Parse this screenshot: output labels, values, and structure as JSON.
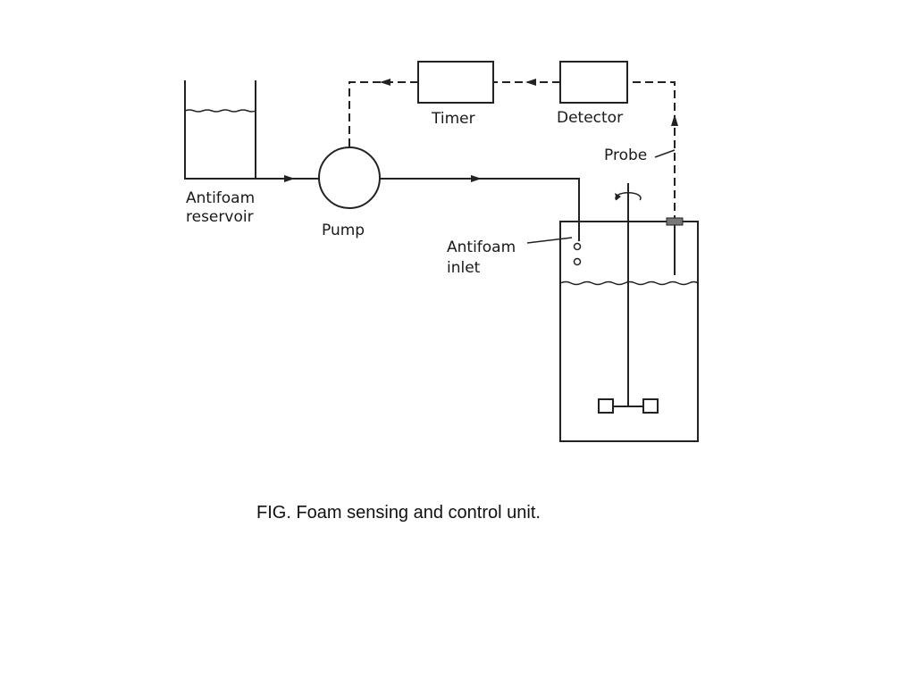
{
  "diagram": {
    "labels": {
      "reservoir_line1": "Antifoam",
      "reservoir_line2": "reservoir",
      "pump": "Pump",
      "timer": "Timer",
      "detector": "Detector",
      "probe": "Probe",
      "inlet_line1": "Antifoam",
      "inlet_line2": "inlet"
    }
  },
  "caption": "FIG. Foam sensing and control unit."
}
